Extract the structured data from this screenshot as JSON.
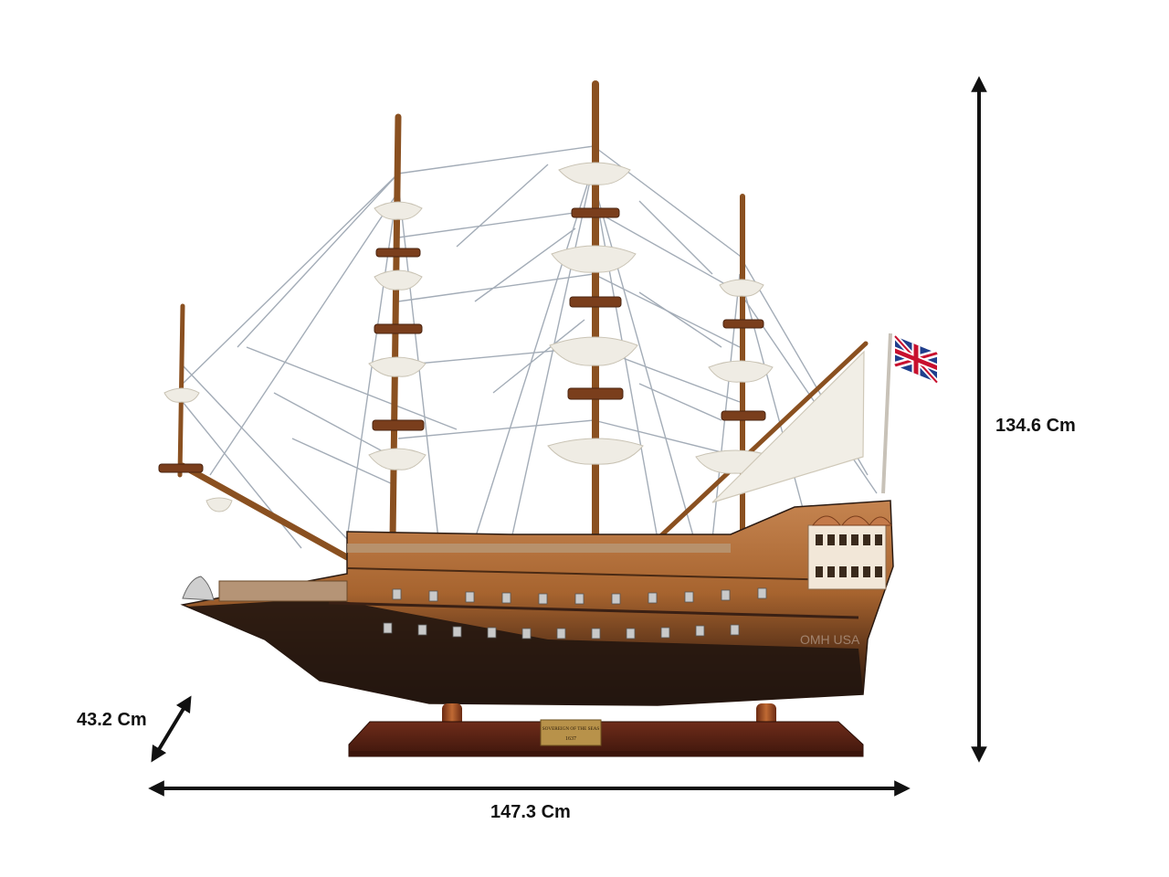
{
  "dimensions": {
    "height": "134.6 Cm",
    "width": "147.3 Cm",
    "depth": "43.2 Cm"
  },
  "nameplate": {
    "line1": "SOVEREIGN OF THE SEAS",
    "line2": "1637"
  },
  "watermark": "OMH USA",
  "colors": {
    "background": "#ffffff",
    "arrow": "#111111",
    "hull_wood": "#b0703a",
    "hull_dark": "#2a1a12",
    "stand_wood": "#5a2416",
    "sail": "#efece4",
    "rigging": "#9aa4b0"
  },
  "flag": "union-jack-flag-icon"
}
